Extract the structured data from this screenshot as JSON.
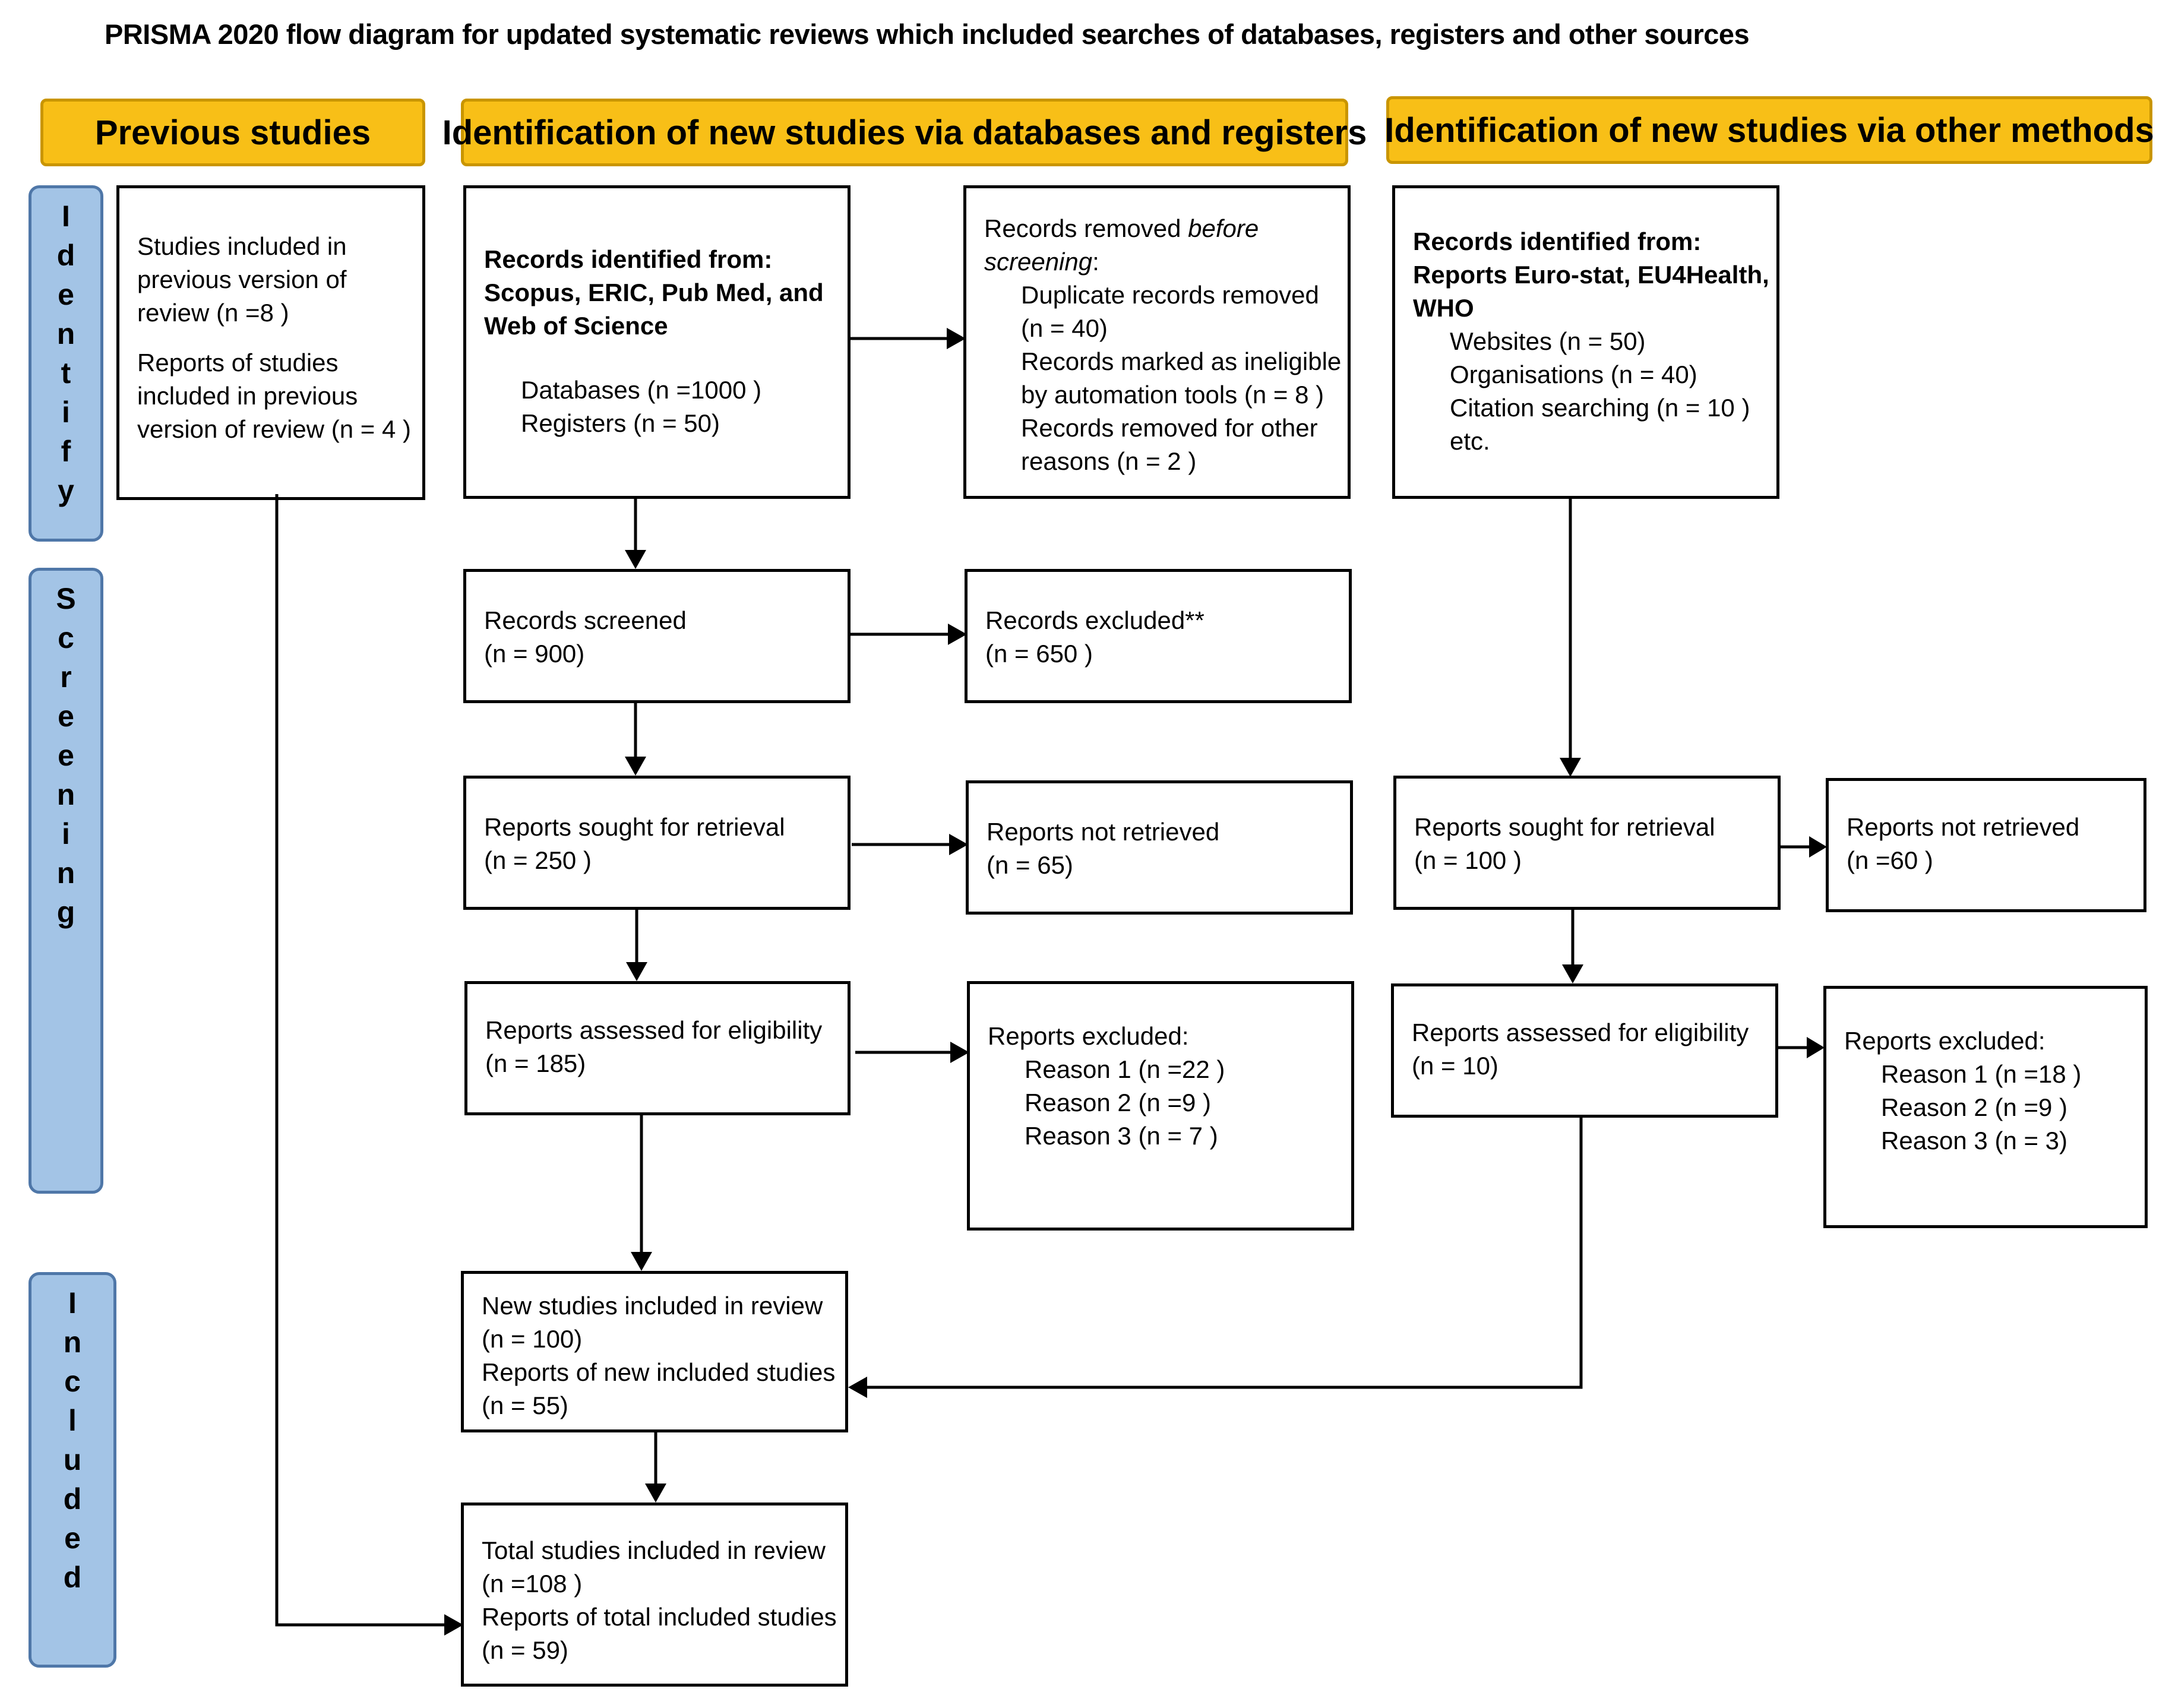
{
  "title": "PRISMA 2020 flow diagram for updated systematic reviews which included searches of databases, registers and other sources",
  "headers": {
    "previous": "Previous studies",
    "databases": "Identification of new studies via databases and registers",
    "other": "Identification of new studies via other methods"
  },
  "phases": {
    "identify": [
      "I",
      "d",
      "e",
      "n",
      "t",
      "i",
      "f",
      "y"
    ],
    "screening": [
      "S",
      "c",
      "r",
      "e",
      "e",
      "n",
      "i",
      "n",
      "g"
    ],
    "included": [
      "I",
      "n",
      "c",
      "l",
      "u",
      "d",
      "e",
      "d"
    ]
  },
  "previous_box": {
    "l1": "Studies included in",
    "l2": "previous version of",
    "l3": "review (n =8 )",
    "l4": "Reports of studies",
    "l5": "included in previous",
    "l6": "version of review (n = 4 )"
  },
  "db_identified": {
    "h1": "Records identified from:",
    "h2": "Scopus, ERIC, Pub Med, and",
    "h3": "Web of Science",
    "l1": "Databases (n =1000 )",
    "l2": "Registers (n = 50)"
  },
  "db_removed": {
    "l1a": "Records removed ",
    "l1b": "before",
    "l2": "screening",
    "l2b": ":",
    "l3": "Duplicate records removed",
    "l4": "(n = 40)",
    "l5": "Records marked as ineligible",
    "l6": "by automation tools (n = 8 )",
    "l7": "Records removed for other",
    "l8": "reasons (n = 2 )"
  },
  "db_screened": {
    "l1": "Records screened",
    "l2": "(n = 900)"
  },
  "db_excluded": {
    "l1": "Records excluded**",
    "l2": "(n = 650 )"
  },
  "db_sought": {
    "l1": "Reports sought for retrieval",
    "l2": "(n = 250 )"
  },
  "db_not_retrieved": {
    "l1": "Reports not retrieved",
    "l2": "(n = 65)"
  },
  "db_assessed": {
    "l1": "Reports assessed for eligibility",
    "l2": "(n = 185)"
  },
  "db_reports_excluded": {
    "l1": "Reports excluded:",
    "l2": "Reason 1 (n =22 )",
    "l3": "Reason 2 (n =9 )",
    "l4": "Reason 3 (n = 7 )"
  },
  "new_included": {
    "l1": "New studies included in review",
    "l2": "(n = 100)",
    "l3": "Reports of new included studies",
    "l4": "(n = 55)"
  },
  "total_included": {
    "l1": "Total studies included in review",
    "l2": "(n =108 )",
    "l3": "Reports of total included studies",
    "l4": "(n = 59)"
  },
  "other_identified": {
    "h1": "Records identified from:",
    "h2": "Reports Euro-stat, EU4Health,",
    "h3": "WHO",
    "l1": "Websites (n = 50)",
    "l2": "Organisations (n = 40)",
    "l3": "Citation searching (n = 10 )",
    "l4": "etc."
  },
  "other_sought": {
    "l1": "Reports sought for retrieval",
    "l2": "(n = 100 )"
  },
  "other_not_retrieved": {
    "l1": "Reports not retrieved",
    "l2": "(n =60 )"
  },
  "other_assessed": {
    "l1": "Reports assessed for eligibility",
    "l2": "(n = 10)"
  },
  "other_reports_excluded": {
    "l1": "Reports excluded:",
    "l2": "Reason 1 (n =18 )",
    "l3": "Reason 2 (n =9 )",
    "l4": "Reason 3 (n = 3)"
  }
}
